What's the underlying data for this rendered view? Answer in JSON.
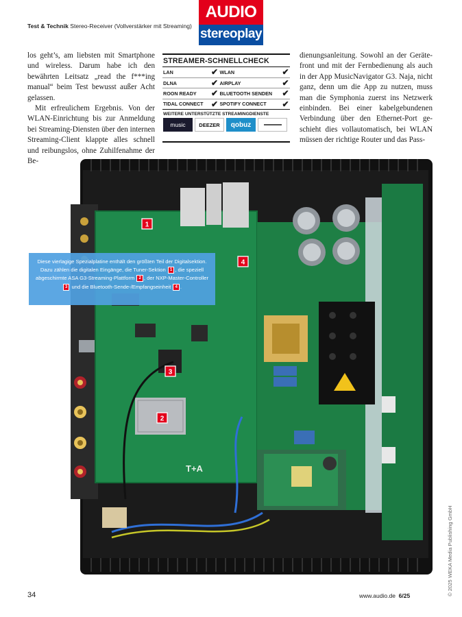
{
  "header": {
    "section_bold": "Test & Technik",
    "section_rest": "Stereo-Receiver (Vollverstärker mit Streaming)",
    "logo_top": "AUDIO",
    "logo_bottom": "stereoplay"
  },
  "column1": {
    "p1": "los geht’s, am liebsten mit Smartphone und wireless. Darum habe ich den bewähr­ten Leitsatz „read the f***ing manual“ beim Test bewusst außer Acht gelassen.",
    "p2": "Mit erfreulichem Ergebnis. Von der WLAN-Einrichtung bis zur Anmeldung bei Streaming-Diensten über den internen Streaming-Client klappte alles schnell und reibungslos, ohne Zuhilfenahme der Be-"
  },
  "column3": {
    "p1": "dienungsanleitung. Sowohl an der Geräte­front und mit der Fernbedienung als auch in der App MusicNavigator G3. Naja, nicht ganz, denn um die App zu nutzen, muss man die Symphonia zuerst ins Netzwerk einbinden. Bei einer kabelgebundenen Verbindung über den Ethernet-Port ge­schieht dies vollautomatisch, bei WLAN müssen der richtige Router und das Pass-"
  },
  "box": {
    "title": "STREAMER-SCHNELLCHECK",
    "check_mark": "✔",
    "rows": [
      [
        "LAN",
        "WLAN"
      ],
      [
        "DLNA",
        "AIRPLAY"
      ],
      [
        "ROON READY",
        "BLUETOOTH SENDEN"
      ],
      [
        "TIDAL CONNECT",
        "SPOTIFY CONNECT"
      ]
    ],
    "subtitle": "WEITERE UNTERSTÜTZTE STREAMINGDIENSTE",
    "logos": [
      "music",
      "DEEZER",
      "qobuz"
    ]
  },
  "photo": {
    "markers": [
      "1",
      "2",
      "3",
      "4"
    ],
    "board_brand": "T+A"
  },
  "caption": {
    "t1": "Diese vierlagige Spezialplatine enthält den größten Teil der Digital­sektion. Dazu zählen die digitalen Eingänge, die Tuner-Sektion",
    "t2": ", die speziell abgeschirmte ASA G3-Streaming-Plattform",
    "t3": ", der NXP-Master-Controller",
    "t4": "und die Bluetooth-Sende-/Empfangseinheit",
    "t5": "."
  },
  "footer": {
    "page_number": "34",
    "url": "www.audio.de",
    "issue": "6/25",
    "copyright": "© 2025 WEKA Media Publishing GmbH"
  },
  "colors": {
    "audio_red": "#e3001b",
    "stereoplay_blue": "#0a4ea2",
    "caption_blue": "#50a0e1",
    "pcb_green": "#1f8a4c"
  }
}
